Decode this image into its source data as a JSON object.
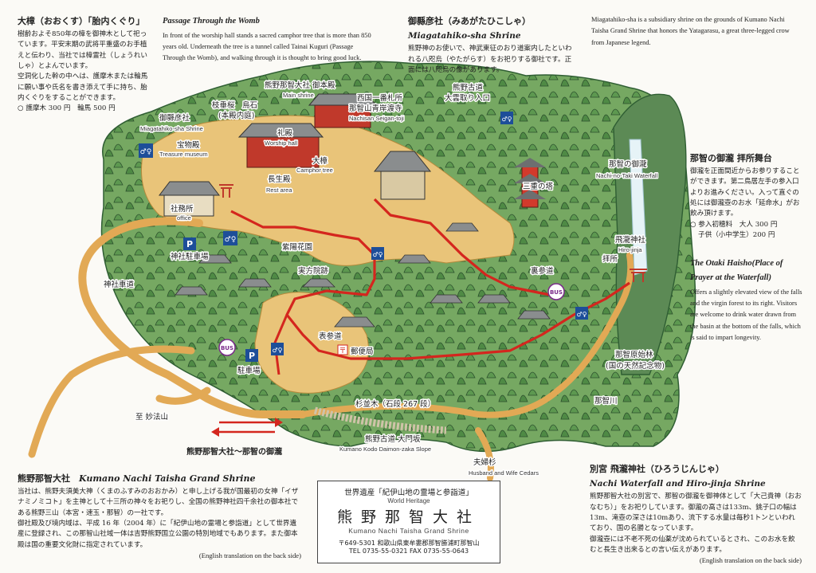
{
  "blocks": {
    "tl": {
      "title": "大樟（おおくす）「胎内くぐり」",
      "body": "樹齢およそ850年の樟を御神木として祀っています。平安末期の武将平重盛のお手植えと伝わり、当社では樟霊社（しょうれいしゃ）とよんでいます。",
      "body2": "空洞化した幹の中へは、護摩木または輪馬に願い事や氏名を書き添えて手に持ち、胎内くぐりをすることができます。",
      "fees": "○ 護摩木 300 円　輪馬 500 円"
    },
    "passage": {
      "title": "Passage Through the Womb",
      "body": "In front of the worship hall stands a sacred camphor tree that is more than 850 years old. Underneath the tree is a tunnel called Tainai Kuguri (Passage Through the Womb), and walking through it is thought to bring good luck."
    },
    "miagata_jp": {
      "title": "御縣彦社（みあがたひこしゃ）",
      "subtitle": "Miagatahiko-sha Shrine",
      "body": "熊野神のお使いで、神武東征のおり道案内したといわれる八咫烏（やたがらす）をお祀りする御社です。正面には八咫烏の像があります。"
    },
    "miagata_en": {
      "body": "Miagatahiko-sha is a subsidiary shrine on the grounds of Kumano Nachi Taisha Grand Shrine that honors the Yatagarasu, a great three-legged crow from Japanese legend."
    },
    "haisho": {
      "title": "那智の御瀧 拝所舞台",
      "body": "御瀧を正面間近からお参りすることができます。第二鳥居左手の参入口よりお進みください。入って直ぐの処には御瀧壺のお水「延命水」がお飲み頂けます。",
      "fee1": "○ 参入初穂料　大人 300 円",
      "fee2": "子供（小中学生）200 円"
    },
    "otaki": {
      "title": "The Otaki Haisho(Place of Prayer at the Waterfall)",
      "body": "Offers a slightly elevated view of the falls and the virgin forest to its right. Visitors are welcome to drink water drawn from the basin at the bottom of the falls, which is said to impart longevity."
    },
    "bl": {
      "title": "熊野那智大社",
      "title_en": "Kumano Nachi Taisha Grand Shrine",
      "body": "当社は、熊野夫須美大神（くまのふすみのおおかみ）と申し上げる我が国最初の女神「イザナミノミコト」を主神として十三所の神々をお祀りし、全国の熊野神社四千余社の御本社である熊野三山（本宮・速玉・那智）の一社です。",
      "body2": "御社殿及び境内域は、平成 16 年（2004 年）に「紀伊山地の霊場と参詣道」として世界遺産に登録され、この那智山社域一体は吉野熊野国立公園の特別地域でもあります。また御本殿は国の重要文化財に指定されています。",
      "note": "(English translation on the back side)"
    },
    "br": {
      "title": "別宮 飛瀧神社（ひろうじんじゃ）",
      "title_en": "Nachi Waterfall and Hiro-jinja Shrine",
      "body": "熊野那智大社の別宮で、那智の御瀧を御神体として「大己貴神（おおなむち）」をお祀りしています。御瀧の高さは133m、銚子口の幅は13m、滝壺の深さは10mあり、流下する水量は毎秒1トンといわれており、国の名勝となっています。",
      "body2": "御瀧壺には不老不死の仙薬が沈められているとされ、このお水を飲むと長生き出来るとの言い伝えがあります。",
      "note": "(English translation on the back side)"
    }
  },
  "seal": {
    "heritage_jp": "世界遺産「紀伊山地の霊場と参詣道」",
    "heritage_en": "World Heritage",
    "name_jp": "熊野那智大社",
    "name_en": "Kumano Nachi Taisha Grand Shrine",
    "address": "〒649-5301 和歌山県東牟婁郡那智勝浦町那智山",
    "tel": "TEL 0735-55-0321  FAX 0735-55-0643"
  },
  "map_labels": {
    "honden": "熊野那智大社 御本殿",
    "main_shrine": "Main shrine",
    "seigantoji": "西国一番札所",
    "seigantoji2": "那智山青岸渡寺",
    "nachisan_seigantoji": "Nachisan Seigan-toji",
    "daimon": "熊野古道",
    "daimon2": "大雲取り入口",
    "chouko": "枝垂桜　烏石",
    "chouko2": "(本殿内庭)",
    "miagatahiko": "御縣彦社",
    "miagatahiko_en": "Miagatahiko-sha Shrine",
    "raiden": "礼殿",
    "worship_hall": "Worship hall",
    "houmotsuden": "宝物殿",
    "treasure_museum": "Treasure museum",
    "ookusu": "大樟",
    "camphor_tree": "Camphor tree",
    "choseiden": "長生殿",
    "rest_area": "Rest area",
    "shamusho": "社務所",
    "office": "office",
    "sanjunoto": "三重の塔",
    "nachi_otaki": "那智の御瀧",
    "nachi_otaki_en": "Nachi-no-Taki Waterfall",
    "hiro_jinja": "飛瀧神社",
    "hiro_jinja_en": "Hiro-jinja",
    "haisho": "拝所",
    "shinsha_parking": "神社駐車場",
    "shinsha_road": "神社車道",
    "shiyoka": "紫陽花園",
    "jitsukata": "実方院跡",
    "urasando": "裏参道",
    "omotesando": "表参道",
    "yubinkyoku": "郵便局",
    "parking": "駐車場",
    "myohozan": "至 妙法山",
    "sugi": "杉並木（石段 267 段）",
    "daimonzaka": "熊野古道 大門坂",
    "daimonzaka_en": "Kumano Kodo Daimon-zaka Slope",
    "meoto": "夫婦杉",
    "meoto_en": "Husband and Wife Cedars",
    "genshirin": "那智原始林",
    "genshirin2": "(国の天然記念物)",
    "nachigawa": "那智川",
    "route": "熊野那智大社～那智の御瀧",
    "bus": "BUS",
    "p": "P"
  },
  "colors": {
    "forest": "#6fa05a",
    "forest_dark": "#2f5e33",
    "ground": "#e7b864",
    "road": "#e2a955",
    "route": "#d4261e",
    "roof": "#8a8d8e",
    "shrine": "#c0392b",
    "water": "#cfe7ef"
  }
}
